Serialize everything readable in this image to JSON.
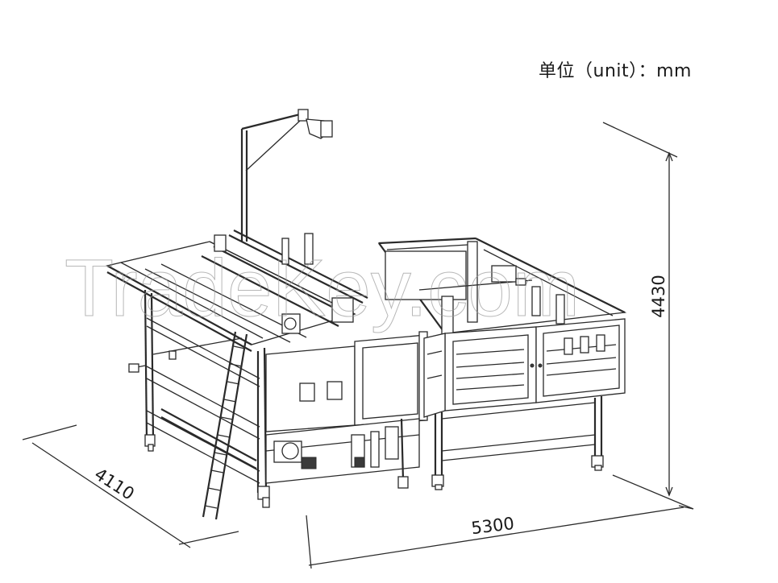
{
  "unit_label": "单位（unit）：mm",
  "dimensions": {
    "width": "5300",
    "depth": "4110",
    "height": "4430"
  },
  "watermark": "TradeKey.com"
}
